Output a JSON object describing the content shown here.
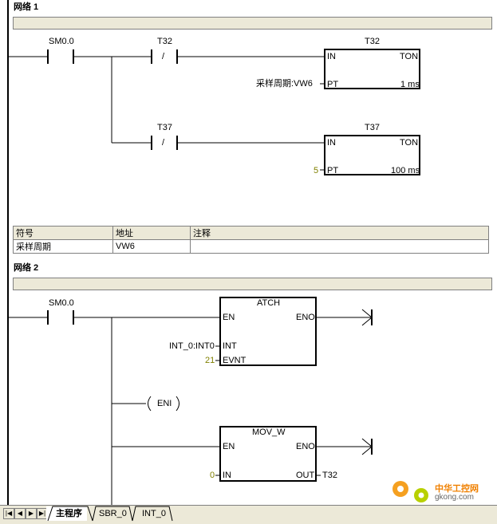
{
  "network1": {
    "title": "网络 1",
    "contacts": {
      "main": "SM0.0",
      "c1": "T32",
      "c1_sym": "/",
      "c2": "T37",
      "c2_sym": "/"
    },
    "timer1": {
      "name": "T32",
      "type": "TON",
      "in_label": "IN",
      "pt_label": "PT",
      "pt_value": "采样周期:VW6",
      "unit": "1 ms"
    },
    "timer2": {
      "name": "T37",
      "type": "TON",
      "in_label": "IN",
      "pt_label": "PT",
      "pt_value": "5",
      "unit": "100 ms"
    },
    "symbol_table": {
      "headers": [
        "符号",
        "地址",
        "注释"
      ],
      "rows": [
        [
          "采样周期",
          "VW6",
          ""
        ]
      ]
    }
  },
  "network2": {
    "title": "网络 2",
    "contact": "SM0.0",
    "atch": {
      "name": "ATCH",
      "en": "EN",
      "eno": "ENO",
      "int_label": "INT",
      "int_value": "INT_0:INT0",
      "evnt_label": "EVNT",
      "evnt_value": "21"
    },
    "eni": "ENI",
    "mov": {
      "name": "MOV_W",
      "en": "EN",
      "eno": "ENO",
      "in_label": "IN",
      "in_value": "0",
      "out_label": "OUT",
      "out_value": "T32"
    }
  },
  "tabs": [
    "主程序",
    "SBR_0",
    "INT_0"
  ],
  "nav_buttons": [
    "|◀",
    "◀",
    "▶",
    "▶|"
  ],
  "watermark": {
    "title": "中华工控网",
    "url": "gkong.com"
  },
  "colors": {
    "wire": "#000000",
    "bar": "#ece9d8",
    "constant": "#808000",
    "watermark": "#f08000"
  }
}
